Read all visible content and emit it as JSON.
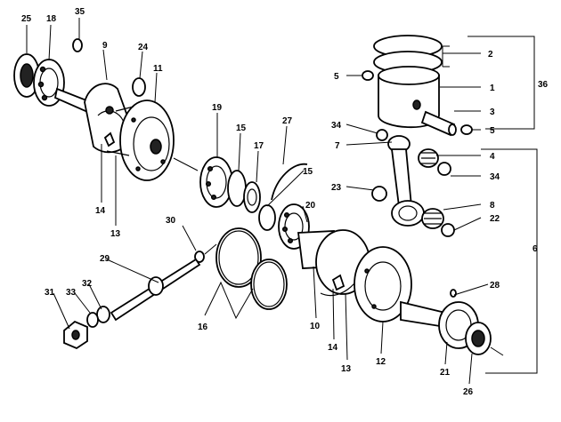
{
  "diagram": {
    "callouts": {
      "c25": "25",
      "c18": "18",
      "c35": "35",
      "c9": "9",
      "c24": "24",
      "c11": "11",
      "c14a": "14",
      "c13a": "13",
      "c19": "19",
      "c15a": "15",
      "c17": "17",
      "c27": "27",
      "c15b": "15",
      "c20": "20",
      "c30": "30",
      "c29": "29",
      "c32": "32",
      "c33": "33",
      "c31": "31",
      "c16": "16",
      "c10": "10",
      "c14b": "14",
      "c13b": "13",
      "c12": "12",
      "c28": "28",
      "c21": "21",
      "c26": "26",
      "c2": "2",
      "c36": "36",
      "c5a": "5",
      "c1": "1",
      "c3": "3",
      "c5b": "5",
      "c34a": "34",
      "c7": "7",
      "c4": "4",
      "c34b": "34",
      "c23": "23",
      "c8": "8",
      "c22": "22",
      "c6": "6"
    }
  }
}
